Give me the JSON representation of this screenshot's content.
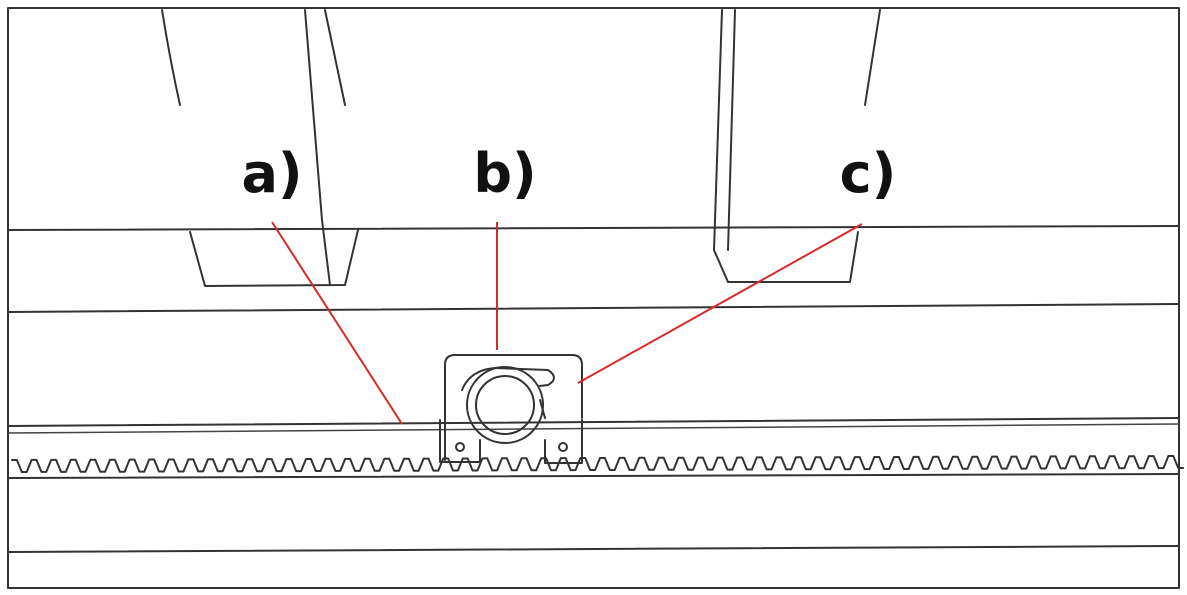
{
  "labels": {
    "a": "a)",
    "b": "b)",
    "c": "c)"
  },
  "colors": {
    "leader_line": "#d62b2b",
    "ink": "#333333",
    "background": "#ffffff"
  },
  "parts": [
    "gear-rack",
    "pinion-gear",
    "motor-bracket",
    "gate-posts",
    "gate-frame"
  ]
}
